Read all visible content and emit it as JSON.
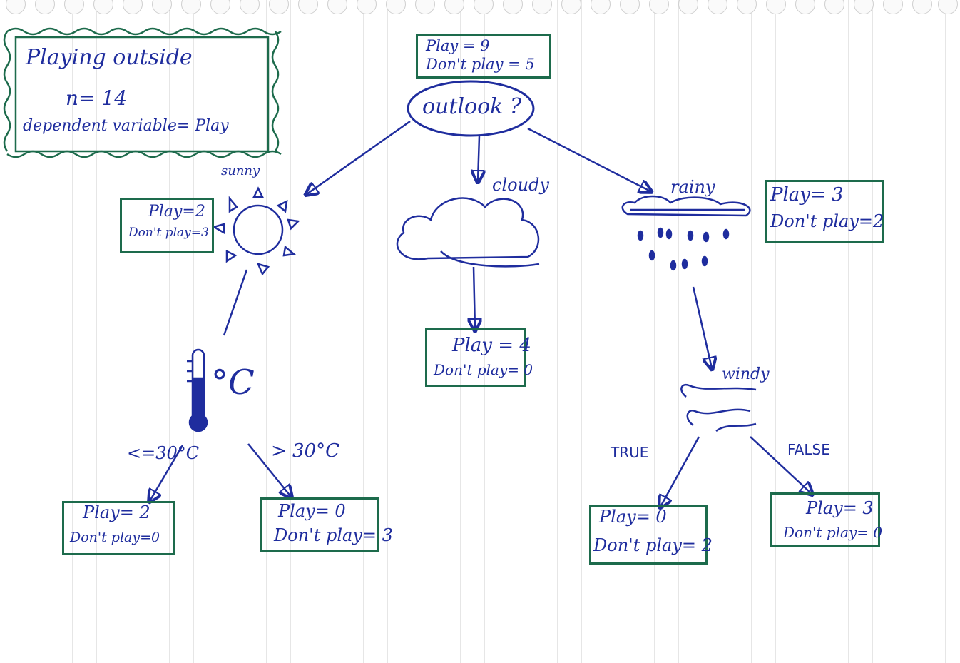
{
  "colors": {
    "ink": "#1f2d9e",
    "box": "#1d6b4c",
    "rule": "#e6e6e6"
  },
  "info": {
    "title": "Playing outside",
    "n": "n= 14",
    "dep": "dependent variable= Play"
  },
  "root": {
    "play": "Play = 9",
    "dont": "Don't play = 5",
    "node": "outlook ?"
  },
  "sunny": {
    "label": "sunny",
    "play": "Play=2",
    "dont": "Don't play=3",
    "unit": "°C",
    "le": {
      "edge": "<=30°C",
      "play": "Play= 2",
      "dont": "Don't play=0"
    },
    "gt": {
      "edge": "> 30°C",
      "play": "Play= 0",
      "dont": "Don't play= 3"
    }
  },
  "cloudy": {
    "label": "cloudy",
    "play": "Play = 4",
    "dont": "Don't play= 0"
  },
  "rainy": {
    "label": "rainy",
    "play": "Play= 3",
    "dont": "Don't play=2",
    "windy": "windy",
    "true": {
      "edge": "TRUE",
      "play": "Play= 0",
      "dont": "Don't play= 2"
    },
    "false": {
      "edge": "FALSE",
      "play": "Play= 3",
      "dont": "Don't play= 0"
    }
  }
}
